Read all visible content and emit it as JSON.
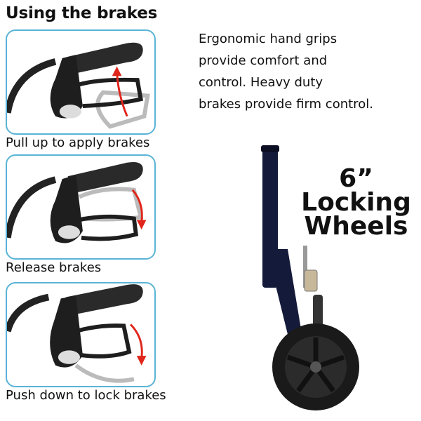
{
  "title": "Using the brakes",
  "panels": [
    {
      "caption": "Pull up to apply brakes",
      "arrow": "up-arrow-icon"
    },
    {
      "caption": "Release brakes",
      "arrow": "down-arrow-icon"
    },
    {
      "caption": "Push down to lock brakes",
      "arrow": "down-arrow-icon"
    }
  ],
  "description": {
    "lines": [
      "Ergonomic  hand grips",
      "provide comfort and",
      "control.  Heavy duty",
      "brakes provide firm control."
    ]
  },
  "wheel_label": {
    "line1": "6”",
    "line2": "Locking",
    "line3": "Wheels"
  },
  "colors": {
    "panel_border": "#5ab4d6",
    "arrow": "#e0251b",
    "grip": "#2a2a2a",
    "frame": "#141a3a"
  }
}
